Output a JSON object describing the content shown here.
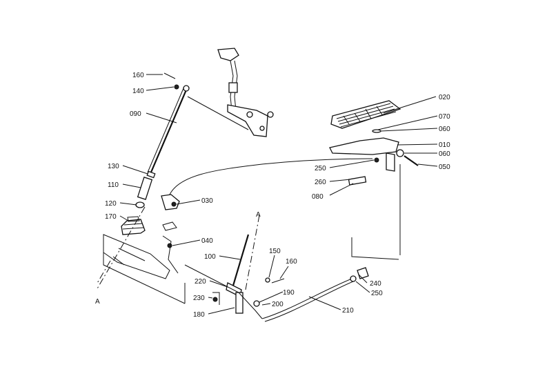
{
  "labels": {
    "p160a": "160",
    "p140": "140",
    "p090": "090",
    "p130": "130",
    "p110": "110",
    "p120": "120",
    "p170": "170",
    "p030": "030",
    "p040": "040",
    "p020": "020",
    "p070": "070",
    "p060a": "060",
    "p010": "010",
    "p060b": "060",
    "p050": "050",
    "p250a": "250",
    "p260": "260",
    "p080": "080",
    "p100": "100",
    "p150": "150",
    "p160b": "160",
    "p220": "220",
    "p230": "230",
    "p190": "190",
    "p200": "200",
    "p180": "180",
    "p210": "210",
    "p240": "240",
    "p250b": "250",
    "axisA_top": "A",
    "axisA_bottom": "A"
  }
}
